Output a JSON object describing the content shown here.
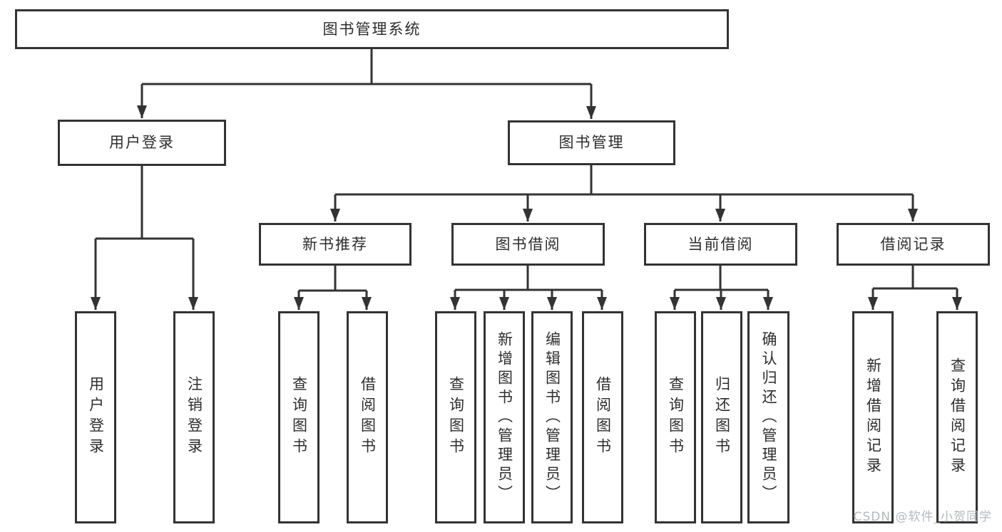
{
  "tree": {
    "root": {
      "label": "图书管理系统"
    },
    "branches": [
      {
        "label": "用户登录",
        "children": [
          {
            "label": "用户登录"
          },
          {
            "label": "注销登录"
          }
        ]
      },
      {
        "label": "图书管理",
        "children": [
          {
            "label": "新书推荐",
            "children": [
              {
                "label": "查询图书"
              },
              {
                "label": "借阅图书"
              }
            ]
          },
          {
            "label": "图书借阅",
            "children": [
              {
                "label": "查询图书"
              },
              {
                "label": "新增图书（管理员）"
              },
              {
                "label": "编辑图书（管理员）"
              },
              {
                "label": "借阅图书"
              }
            ]
          },
          {
            "label": "当前借阅",
            "children": [
              {
                "label": "查询图书"
              },
              {
                "label": "归还图书"
              },
              {
                "label": "确认归还（管理员）"
              }
            ]
          },
          {
            "label": "借阅记录",
            "children": [
              {
                "label": "新增借阅记录"
              },
              {
                "label": "查询借阅记录"
              }
            ]
          }
        ]
      }
    ]
  },
  "watermark": {
    "text": "CSDN @软件_小贺同学"
  },
  "colors": {
    "line": "#333333",
    "text": "#2d2d2d",
    "background": "#ffffff",
    "watermark": "#b4b8bf"
  }
}
